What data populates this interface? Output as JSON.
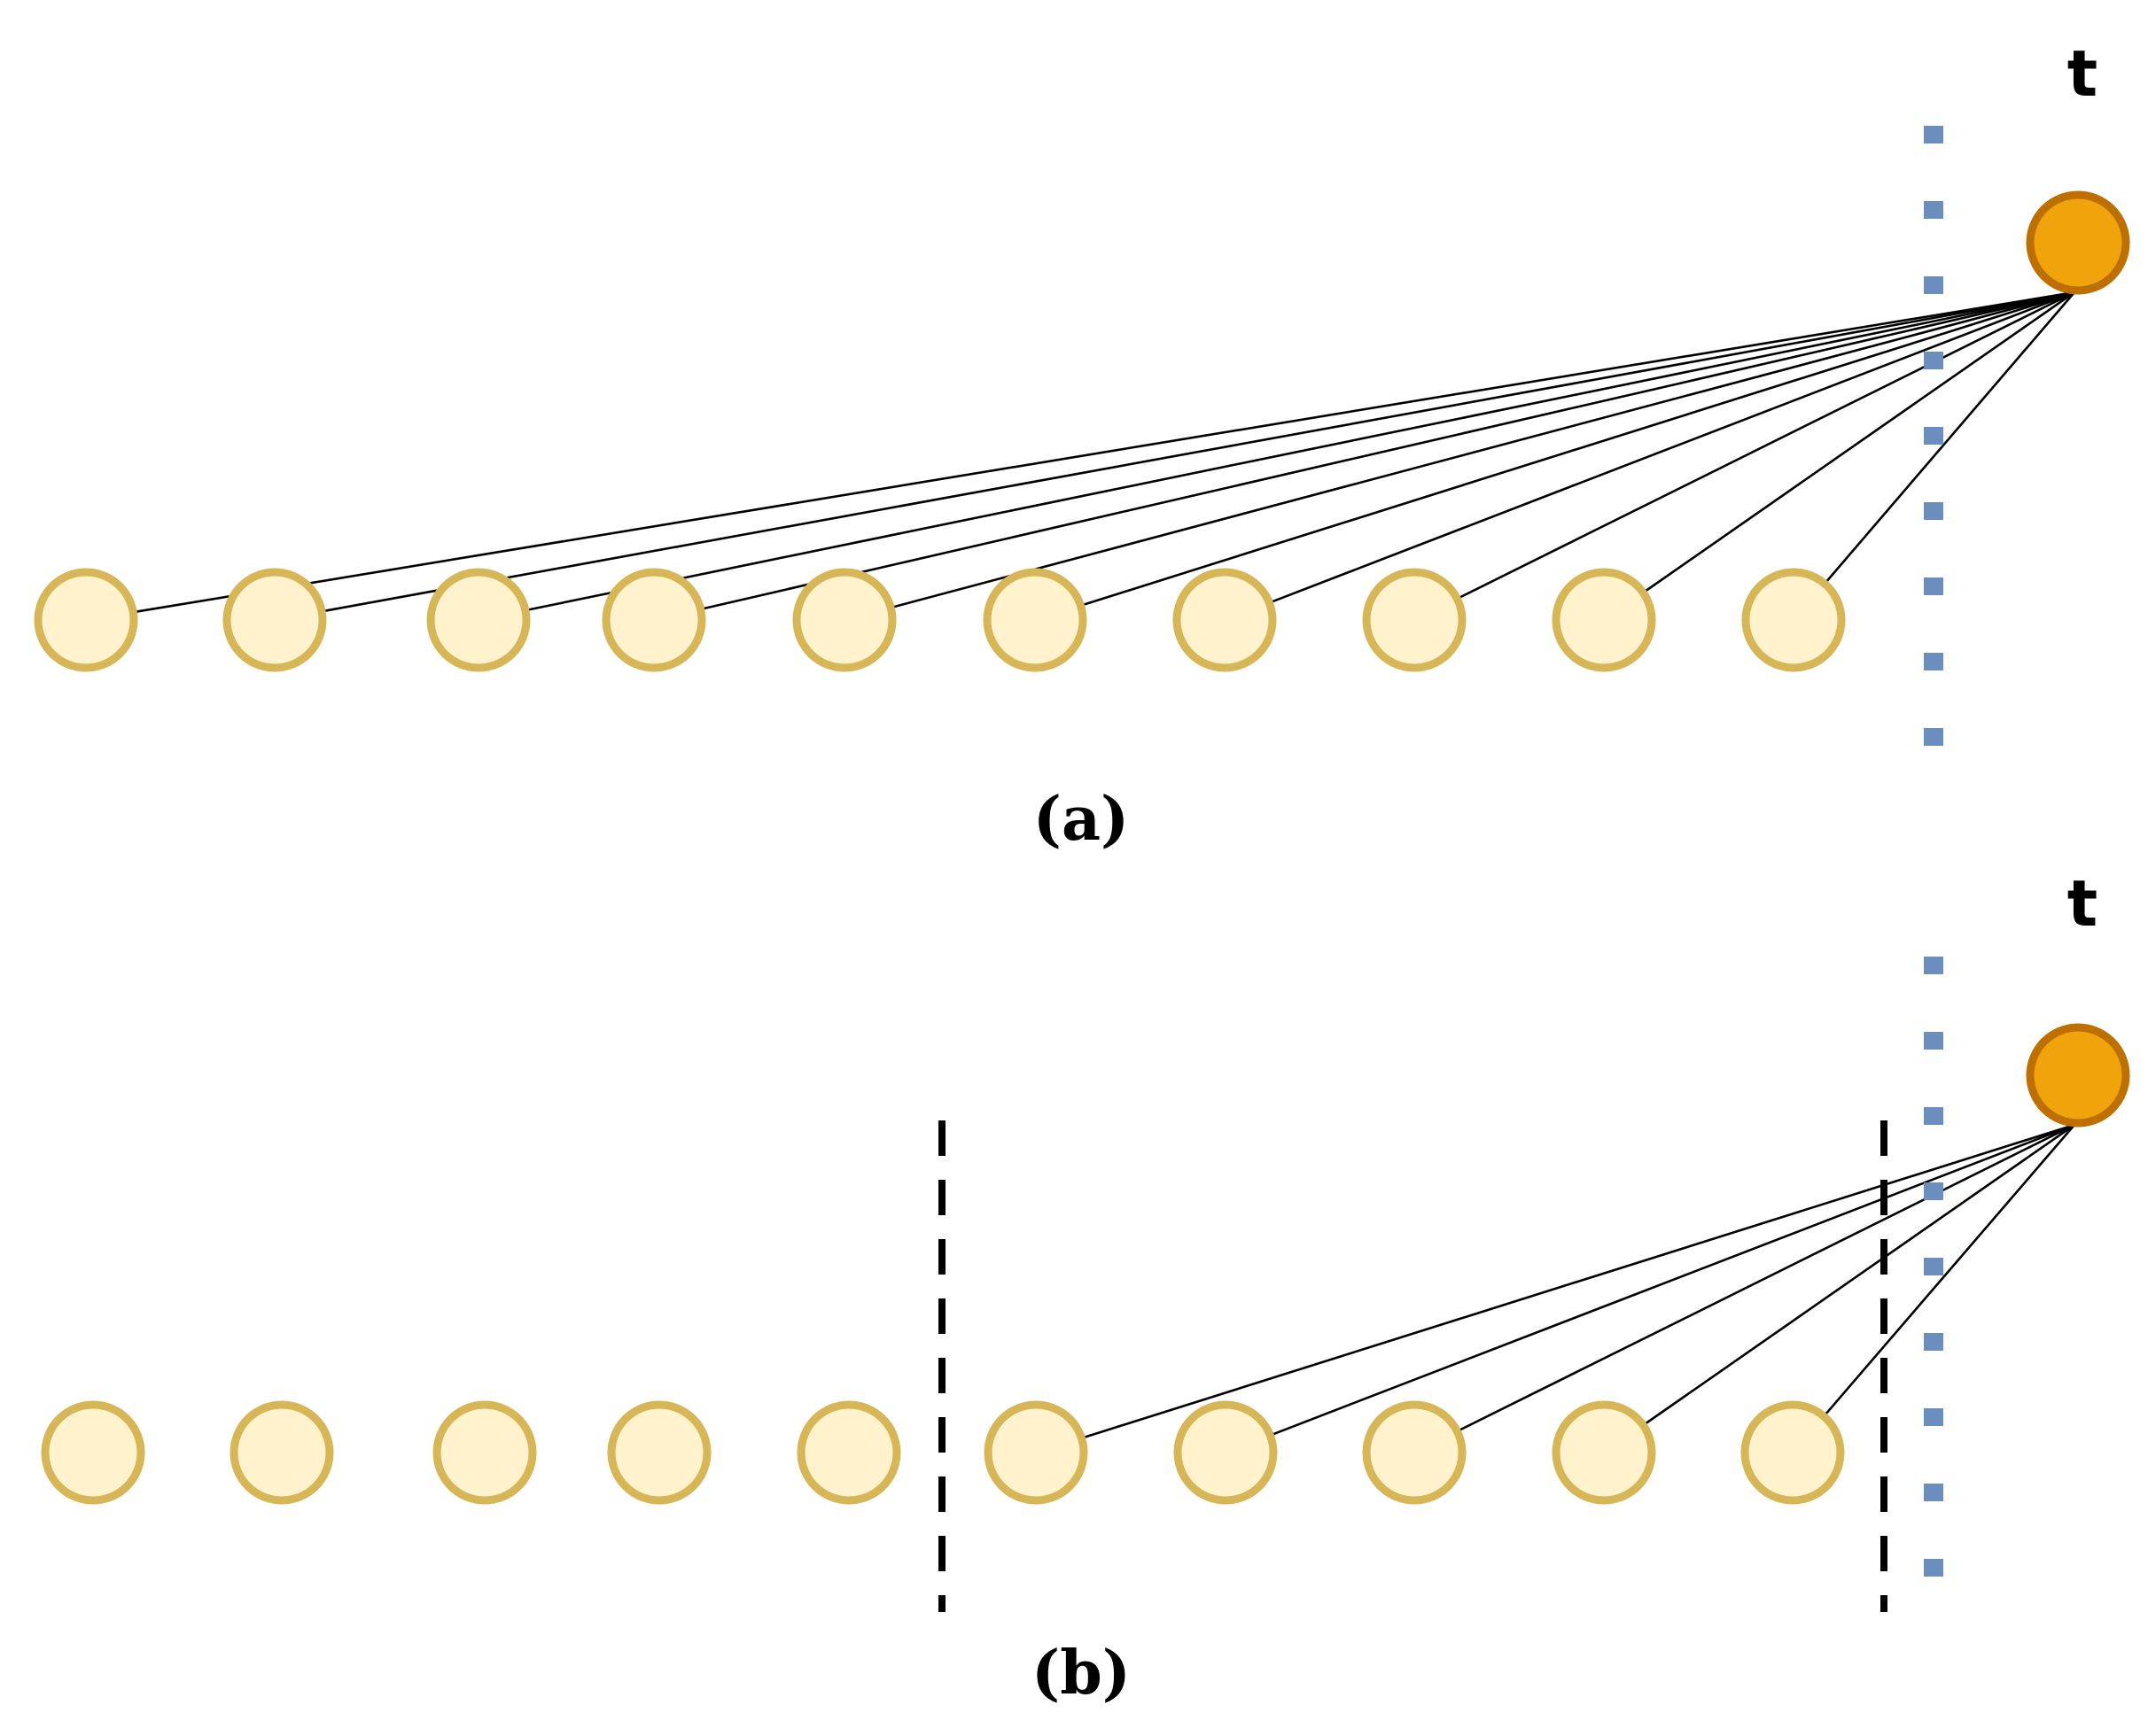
{
  "panels": [
    {
      "caption": "(a)",
      "current_node_label": "t",
      "past_node_count": 10,
      "connected_past_nodes": [
        0,
        1,
        2,
        3,
        4,
        5,
        6,
        7,
        8,
        9
      ],
      "window_dividers": []
    },
    {
      "caption": "(b)",
      "current_node_label": "t",
      "past_node_count": 10,
      "connected_past_nodes": [
        5,
        6,
        7,
        8,
        9
      ],
      "window_dividers": [
        "before-node-5",
        "after-node-9"
      ]
    }
  ],
  "colors": {
    "past_node_fill": "#fff2cc",
    "past_node_stroke": "#d6b656",
    "current_node_fill": "#f0a30a",
    "current_node_stroke": "#bd7000",
    "time_marker": "#6c8ebf",
    "edge": "#000000",
    "window_divider": "#000000"
  }
}
